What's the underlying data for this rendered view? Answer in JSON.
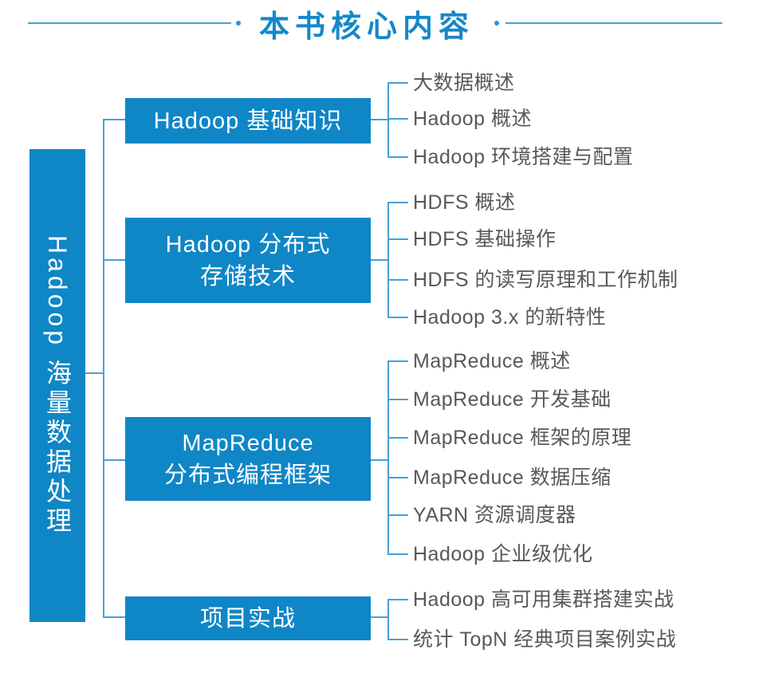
{
  "header": {
    "title": "本书核心内容"
  },
  "root": {
    "label": "Hadoop 海量数据处理"
  },
  "branches": [
    {
      "title_lines": [
        "Hadoop 基础知识"
      ],
      "children": [
        "大数据概述",
        "Hadoop 概述",
        "Hadoop 环境搭建与配置"
      ]
    },
    {
      "title_lines": [
        "Hadoop 分布式",
        "存储技术"
      ],
      "children": [
        "HDFS 概述",
        "HDFS 基础操作",
        "HDFS 的读写原理和工作机制",
        "Hadoop 3.x 的新特性"
      ]
    },
    {
      "title_lines": [
        "MapReduce",
        "分布式编程框架"
      ],
      "children": [
        "MapReduce 概述",
        "MapReduce 开发基础",
        "MapReduce 框架的原理",
        "MapReduce 数据压缩",
        "YARN 资源调度器",
        "Hadoop 企业级优化"
      ]
    },
    {
      "title_lines": [
        "项目实战"
      ],
      "children": [
        "Hadoop 高可用集群搭建实战",
        "统计 TopN 经典项目案例实战"
      ]
    }
  ],
  "colors": {
    "node_fill": "#0f86c6",
    "node_text": "#ffffff",
    "connector_blue": "#45a1d8",
    "title_blue": "#1488c9",
    "leaf_text": "#57585a"
  }
}
